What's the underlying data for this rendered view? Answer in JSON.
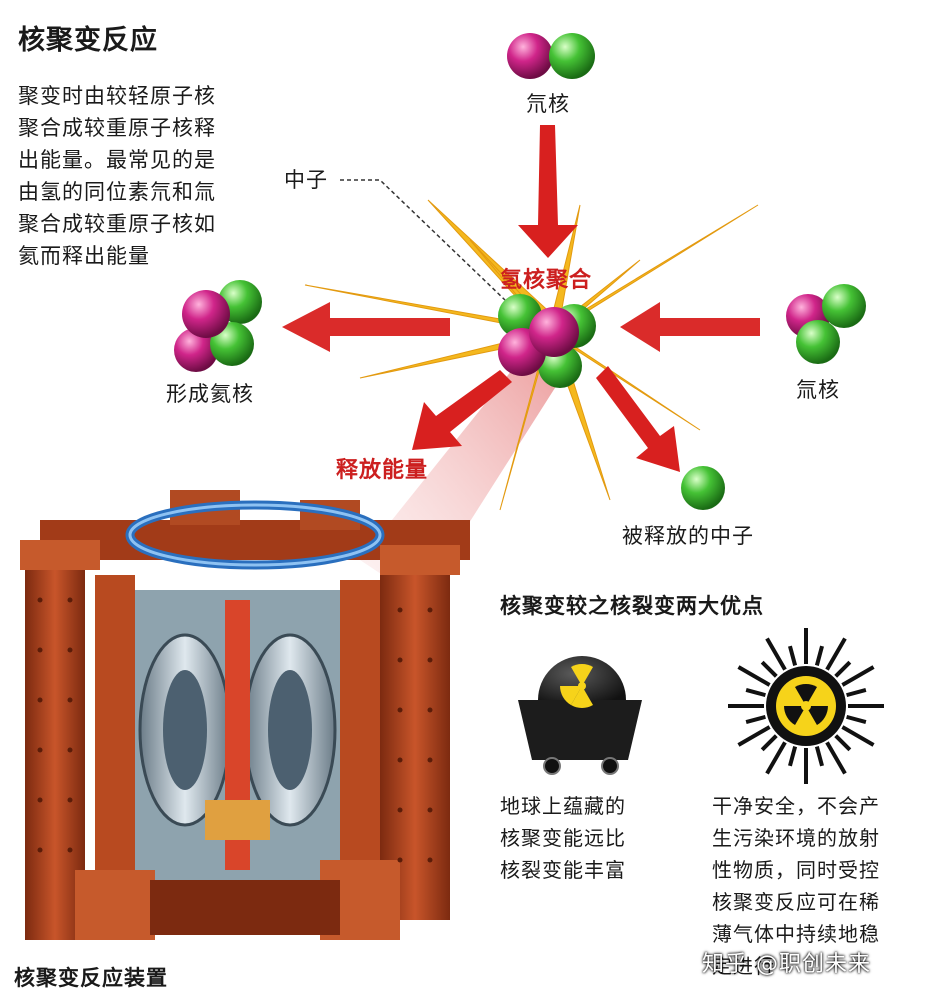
{
  "title": "核聚变反应",
  "description": "聚变时由较轻原子核\n聚合成较重原子核释\n出能量。最常见的是\n由氢的同位素氘和氚\n聚合成较重原子核如\n氦而释出能量",
  "labels": {
    "deuterium": "氘核",
    "neutron": "中子",
    "fusion": "氢核聚合",
    "tritium": "氚核",
    "helium": "形成氦核",
    "energy": "释放能量",
    "released_neutron": "被释放的中子",
    "device": "核聚变反应装置"
  },
  "advantages": {
    "title": "核聚变较之核裂变两大优点",
    "item1": "地球上蕴藏的\n核聚变能远比\n核裂变能丰富",
    "item2": "干净安全，不会产\n生污染环境的放射\n性物质，同时受控\n核聚变反应可在稀\n薄气体中持续地稳\n定进行"
  },
  "watermark": "知乎 @职创未来",
  "colors": {
    "proton": "#cc1f7a",
    "neutron_particle": "#3fbf2f",
    "arrow": "#d8201f",
    "burst": "#f4b81e",
    "reactor": "#b3421c",
    "hazard_yellow": "#f6d31a"
  }
}
